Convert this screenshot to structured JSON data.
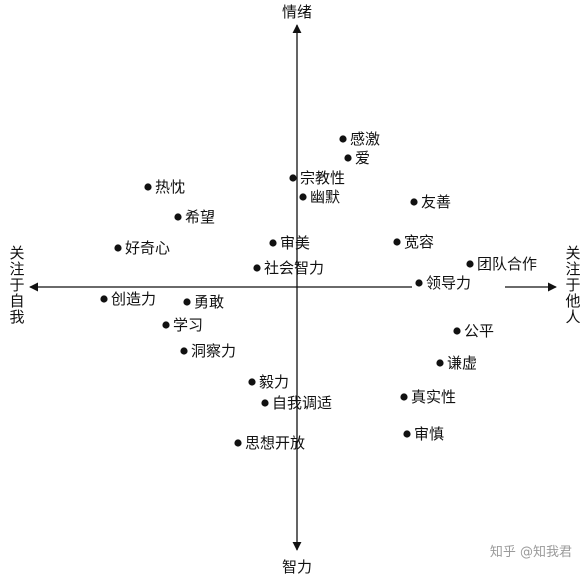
{
  "axes": {
    "top": "情绪",
    "bottom": "智力",
    "left": [
      "关",
      "注",
      "于",
      "自",
      "我"
    ],
    "right": [
      "关",
      "注",
      "于",
      "他",
      "人"
    ]
  },
  "points": [
    {
      "label": "感激"
    },
    {
      "label": "爱"
    },
    {
      "label": "宗教性"
    },
    {
      "label": "幽默"
    },
    {
      "label": "热忱"
    },
    {
      "label": "希望"
    },
    {
      "label": "友善"
    },
    {
      "label": "好奇心"
    },
    {
      "label": "审美"
    },
    {
      "label": "宽容"
    },
    {
      "label": "团队合作"
    },
    {
      "label": "社会智力"
    },
    {
      "label": "领导力"
    },
    {
      "label": "创造力"
    },
    {
      "label": "勇敢"
    },
    {
      "label": "学习"
    },
    {
      "label": "公平"
    },
    {
      "label": "洞察力"
    },
    {
      "label": "谦虚"
    },
    {
      "label": "毅力"
    },
    {
      "label": "真实性"
    },
    {
      "label": "自我调适"
    },
    {
      "label": "审慎"
    },
    {
      "label": "思想开放"
    }
  ],
  "watermark": "知乎 @知我君"
}
